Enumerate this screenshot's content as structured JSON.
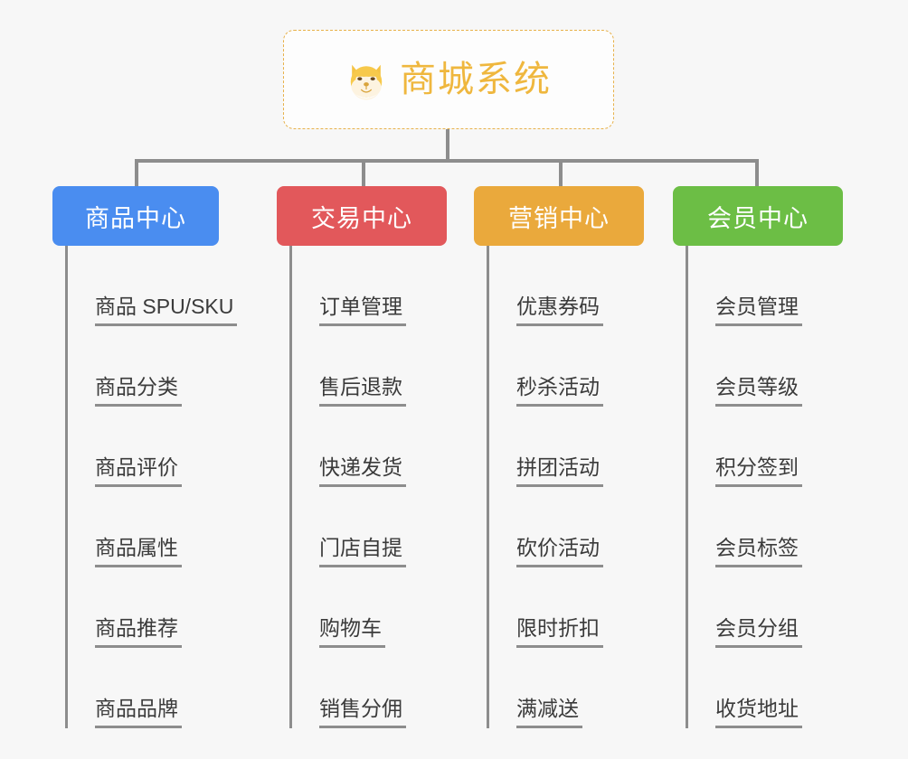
{
  "root": {
    "title": "商城系统",
    "icon": "shiba-dog-emoji",
    "border_color": "#e7b14a",
    "text_color": "#efb73e"
  },
  "connector_color": "#8d8d8d",
  "background_color": "#f7f7f7",
  "columns": [
    {
      "title": "商品中心",
      "color": "#4a8df0",
      "items": [
        "商品 SPU/SKU",
        "商品分类",
        "商品评价",
        "商品属性",
        "商品推荐",
        "商品品牌"
      ]
    },
    {
      "title": "交易中心",
      "color": "#e2585b",
      "items": [
        "订单管理",
        "售后退款",
        "快递发货",
        "门店自提",
        "购物车",
        "销售分佣"
      ]
    },
    {
      "title": "营销中心",
      "color": "#eaa93c",
      "items": [
        "优惠券码",
        "秒杀活动",
        "拼团活动",
        "砍价活动",
        "限时折扣",
        "满减送"
      ]
    },
    {
      "title": "会员中心",
      "color": "#6cbe45",
      "items": [
        "会员管理",
        "会员等级",
        "积分签到",
        "会员标签",
        "会员分组",
        "收货地址"
      ]
    }
  ]
}
